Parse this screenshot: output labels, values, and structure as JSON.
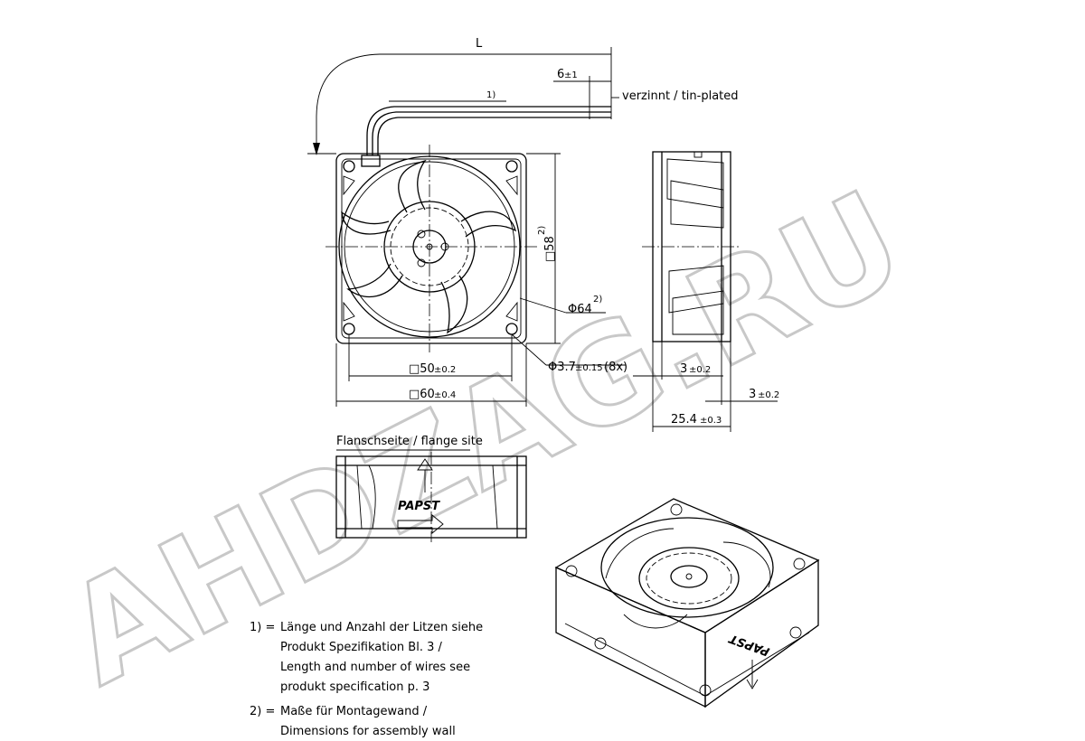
{
  "dimensions": {
    "cable_length": "L",
    "strip_length": "6",
    "strip_tolerance": "±1",
    "wire_note_ref": "1)",
    "tinned": "verzinnt  /  tin-plated",
    "square_58": "□58",
    "square_58_note": "2)",
    "diameter_64": "Φ64",
    "diameter_64_note": "2)",
    "hole_diameter": "Φ3.7",
    "hole_tolerance": "±0.15",
    "hole_count": "(8x)",
    "square_50": "□50",
    "square_50_tol": "±0.2",
    "square_60": "□60",
    "square_60_tol": "±0.4",
    "flange_thickness_1": "3",
    "flange_tol_1": "±0.2",
    "flange_thickness_2": "3",
    "flange_tol_2": "±0.2",
    "depth": "25.4",
    "depth_tol": "±0.3"
  },
  "flange_label": "Flanschseite  /  flange site",
  "brand": "PAPST",
  "notes": [
    {
      "marker": "1)  =",
      "lines": [
        "Länge und Anzahl der Litzen siehe",
        "Produkt Spezifikation Bl. 3 /",
        "Length and number of wires  see",
        "produkt specification p. 3"
      ]
    },
    {
      "marker": "2)  =",
      "lines": [
        "Maße für Montagewand /",
        "Dimensions for assembly wall"
      ]
    }
  ],
  "watermark": "AHDZAG.RU"
}
